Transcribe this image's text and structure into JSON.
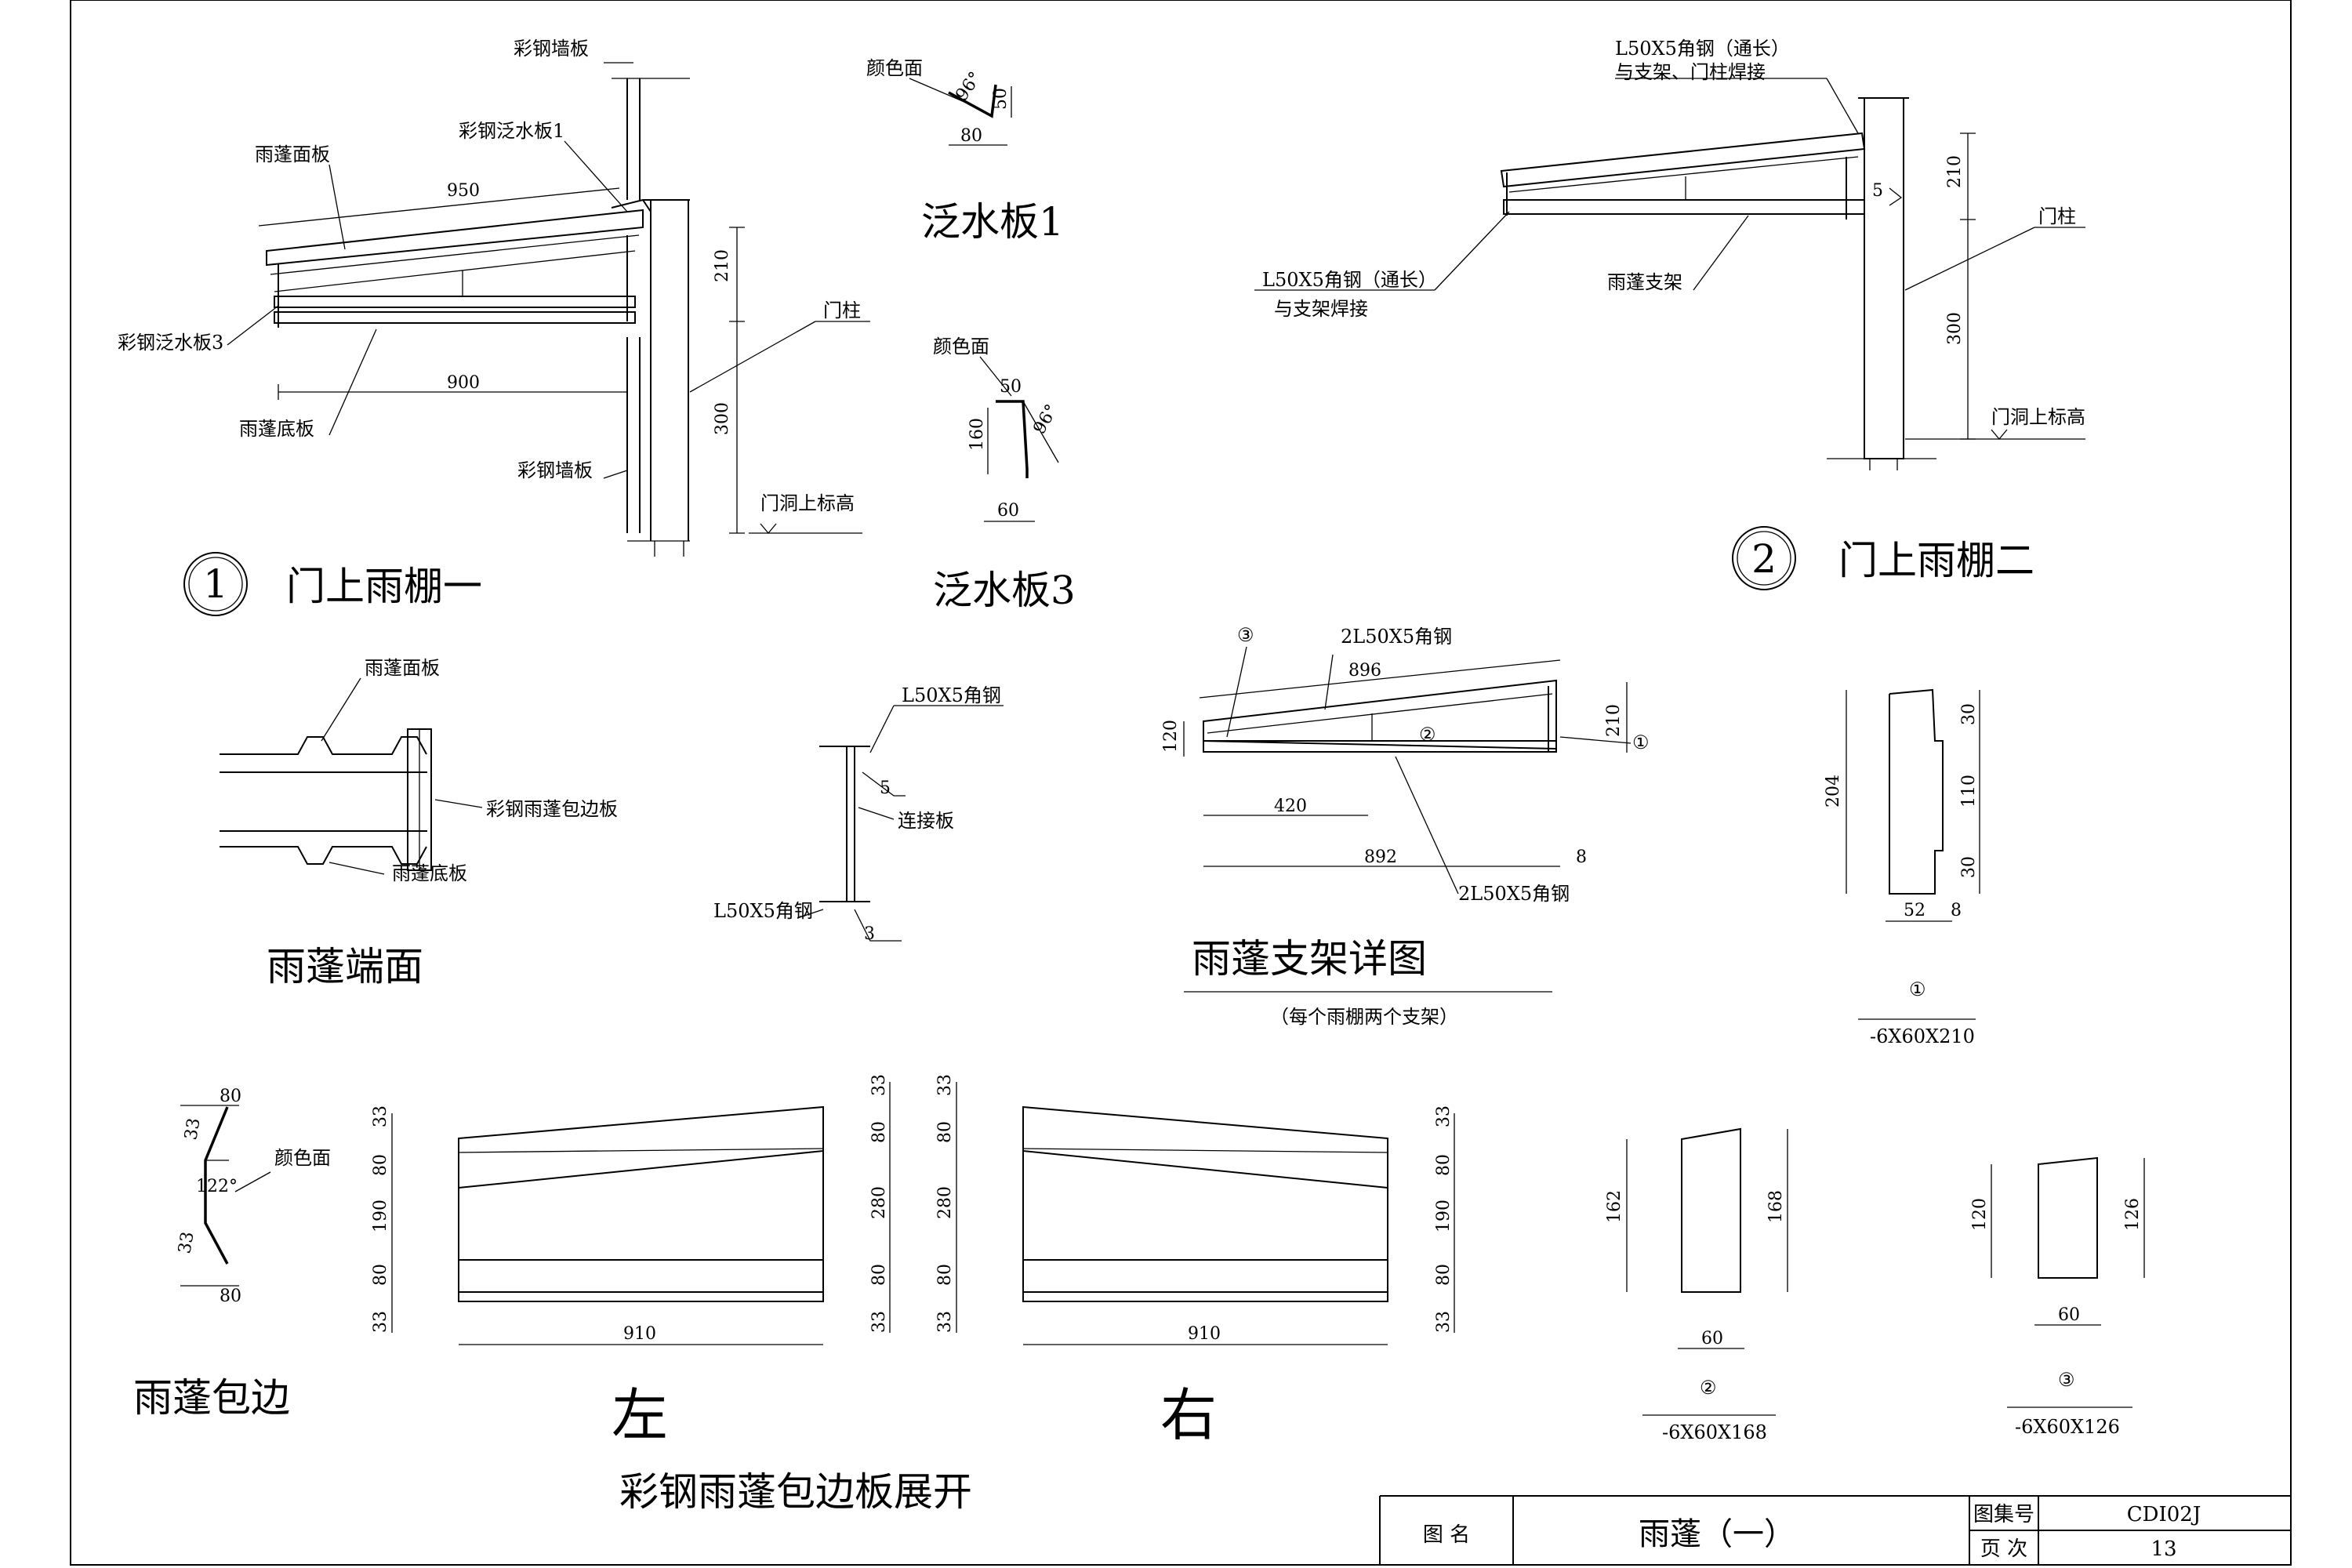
{
  "title_block": {
    "drawing_name_label": "图 名",
    "drawing_name": "雨蓬（一）",
    "atlas_no_label": "图集号",
    "atlas_no": "CDI02J",
    "page_label": "页  次",
    "page_no": "13"
  },
  "detail1": {
    "circle_no": "1",
    "title": "门上雨棚一",
    "labels": {
      "wall_panel_top": "彩钢墙板",
      "canopy_face_panel": "雨蓬面板",
      "flashing1": "彩钢泛水板1",
      "flashing3": "彩钢泛水板3",
      "canopy_bottom_panel": "雨蓬底板",
      "wall_panel_bottom": "彩钢墙板",
      "door_column": "门柱",
      "door_opening_level": "门洞上标高"
    },
    "dims": {
      "top_len": "950",
      "bottom_len": "900",
      "h_upper": "210",
      "h_lower": "300"
    }
  },
  "flashing1": {
    "title": "泛水板1",
    "color_face": "颜色面",
    "angle": "96°",
    "dim_w": "80",
    "dim_h": "50"
  },
  "flashing3": {
    "title": "泛水板3",
    "color_face": "颜色面",
    "angle": "96°",
    "dim_top": "50",
    "dim_h": "160",
    "dim_bottom": "60"
  },
  "detail2": {
    "circle_no": "2",
    "title": "门上雨棚二",
    "labels": {
      "angle_top_1": "L50X5角钢（通长）",
      "angle_top_2": "与支架、门柱焊接",
      "angle_bot_1": "L50X5角钢（通长）",
      "angle_bot_2": "与支架焊接",
      "bracket": "雨蓬支架",
      "door_column": "门柱",
      "door_opening_level": "门洞上标高",
      "weld": "5"
    },
    "dims": {
      "h_upper": "210",
      "h_lower": "300"
    }
  },
  "end_face": {
    "title": "雨蓬端面",
    "face_panel": "雨蓬面板",
    "edge_panel": "彩钢雨蓬包边板",
    "bottom_panel": "雨蓬底板"
  },
  "connection": {
    "top_angle": "L50X5角钢",
    "plate": "连接板",
    "bottom_angle": "L50X5角钢",
    "weld_top": "5",
    "weld_bottom": "3"
  },
  "bracket_detail": {
    "title": "雨蓬支架详图",
    "subtitle": "（每个雨棚两个支架）",
    "top_member": "2L50X5角钢",
    "bottom_member": "2L50X5角钢",
    "mark1": "①",
    "mark2": "②",
    "mark3": "③",
    "dims": {
      "top": "896",
      "left_h": "120",
      "right_h": "210",
      "inner": "420",
      "bottom": "892",
      "end": "8"
    }
  },
  "plate1": {
    "mark": "①",
    "spec": "-6X60X210",
    "dims": {
      "total_h": "204",
      "top": "30",
      "mid": "110",
      "bottom": "30",
      "w": "52",
      "w2": "8"
    }
  },
  "plate2": {
    "mark": "②",
    "spec": "-6X60X168",
    "dims": {
      "left_h": "162",
      "right_h": "168",
      "w": "60"
    }
  },
  "plate3": {
    "mark": "③",
    "spec": "-6X60X126",
    "dims": {
      "left_h": "120",
      "right_h": "126",
      "w": "60"
    }
  },
  "edge_trim": {
    "title": "雨蓬包边",
    "color_face": "颜色面",
    "angle": "122°",
    "dim_top": "80",
    "dim_bottom": "80",
    "dim_a": "33",
    "dim_b": "33"
  },
  "unfold": {
    "title": "彩钢雨蓬包边板展开",
    "left_label": "左",
    "right_label": "右",
    "width": "910",
    "seg_outer": [
      "33",
      "80",
      "190",
      "80",
      "33"
    ],
    "seg_inner": [
      "33",
      "80",
      "280",
      "80",
      "33"
    ]
  }
}
